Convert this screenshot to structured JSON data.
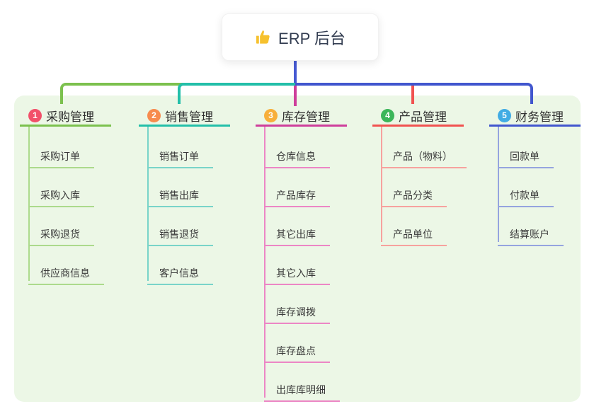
{
  "root": {
    "title": "ERP 后台",
    "icon": "thumbs-up"
  },
  "branches": [
    {
      "number": "1",
      "title": "采购管理",
      "color": "#7CC14E",
      "badge_color": "#F2506A",
      "children": [
        "采购订单",
        "采购入库",
        "采购退货",
        "供应商信息"
      ]
    },
    {
      "number": "2",
      "title": "销售管理",
      "color": "#23BFA9",
      "badge_color": "#F78B4E",
      "children": [
        "销售订单",
        "销售出库",
        "销售退货",
        "客户信息"
      ]
    },
    {
      "number": "3",
      "title": "库存管理",
      "color": "#CE3E9B",
      "badge_color": "#F7AF3B",
      "children": [
        "仓库信息",
        "产品库存",
        "其它出库",
        "其它入库",
        "库存调拨",
        "库存盘点",
        "出库库明细"
      ]
    },
    {
      "number": "4",
      "title": "产品管理",
      "color": "#F15250",
      "badge_color": "#3CB65A",
      "children": [
        "产品（物料）",
        "产品分类",
        "产品单位"
      ]
    },
    {
      "number": "5",
      "title": "财务管理",
      "color": "#4156CE",
      "badge_color": "#41ACE4",
      "children": [
        "回款单",
        "付款单",
        "结算账户"
      ]
    }
  ],
  "palette": {
    "panel_bg": "#ECF7E6",
    "root_line": "#4659D2",
    "icon_yellow": "#F6C12E",
    "text_dark": "#333D51"
  }
}
